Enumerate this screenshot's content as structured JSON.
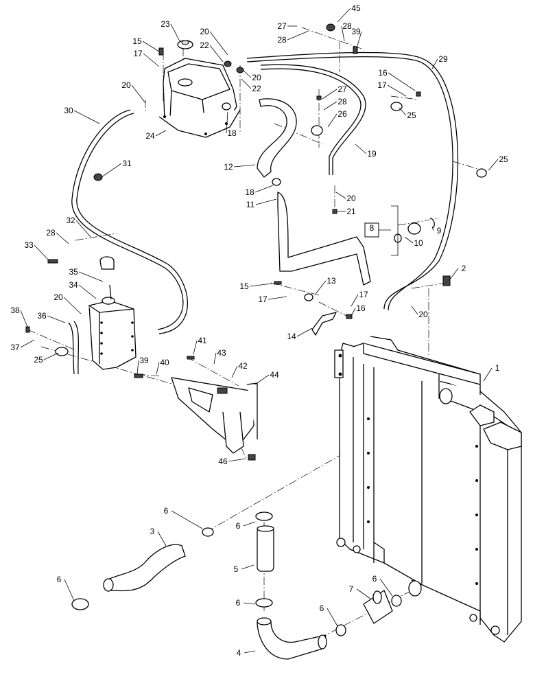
{
  "callouts": [
    {
      "id": "c1",
      "text": "1"
    },
    {
      "id": "c2",
      "text": "2"
    },
    {
      "id": "c3",
      "text": "3"
    },
    {
      "id": "c4",
      "text": "4"
    },
    {
      "id": "c5",
      "text": "5"
    },
    {
      "id": "c6a",
      "text": "6"
    },
    {
      "id": "c6b",
      "text": "6"
    },
    {
      "id": "c6c",
      "text": "6"
    },
    {
      "id": "c6d",
      "text": "6"
    },
    {
      "id": "c6e",
      "text": "6"
    },
    {
      "id": "c6f",
      "text": "6"
    },
    {
      "id": "c7",
      "text": "7"
    },
    {
      "id": "c8",
      "text": "8"
    },
    {
      "id": "c9",
      "text": "9"
    },
    {
      "id": "c10",
      "text": "10"
    },
    {
      "id": "c11",
      "text": "11"
    },
    {
      "id": "c12",
      "text": "12"
    },
    {
      "id": "c13",
      "text": "13"
    },
    {
      "id": "c14",
      "text": "14"
    },
    {
      "id": "c15a",
      "text": "15"
    },
    {
      "id": "c15b",
      "text": "15"
    },
    {
      "id": "c16a",
      "text": "16"
    },
    {
      "id": "c16b",
      "text": "16"
    },
    {
      "id": "c17a",
      "text": "17"
    },
    {
      "id": "c17b",
      "text": "17"
    },
    {
      "id": "c17c",
      "text": "17"
    },
    {
      "id": "c17d",
      "text": "17"
    },
    {
      "id": "c18a",
      "text": "18"
    },
    {
      "id": "c18b",
      "text": "18"
    },
    {
      "id": "c19",
      "text": "19"
    },
    {
      "id": "c20a",
      "text": "20"
    },
    {
      "id": "c20b",
      "text": "20"
    },
    {
      "id": "c20c",
      "text": "20"
    },
    {
      "id": "c20d",
      "text": "20"
    },
    {
      "id": "c20e",
      "text": "20"
    },
    {
      "id": "c20f",
      "text": "20"
    },
    {
      "id": "c21",
      "text": "21"
    },
    {
      "id": "c22a",
      "text": "22"
    },
    {
      "id": "c22b",
      "text": "22"
    },
    {
      "id": "c23",
      "text": "23"
    },
    {
      "id": "c24",
      "text": "24"
    },
    {
      "id": "c25a",
      "text": "25"
    },
    {
      "id": "c25b",
      "text": "25"
    },
    {
      "id": "c25c",
      "text": "25"
    },
    {
      "id": "c26",
      "text": "26"
    },
    {
      "id": "c27a",
      "text": "27"
    },
    {
      "id": "c27b",
      "text": "27"
    },
    {
      "id": "c28a",
      "text": "28"
    },
    {
      "id": "c28b",
      "text": "28"
    },
    {
      "id": "c28c",
      "text": "28"
    },
    {
      "id": "c28d",
      "text": "28"
    },
    {
      "id": "c29",
      "text": "29"
    },
    {
      "id": "c30",
      "text": "30"
    },
    {
      "id": "c31",
      "text": "31"
    },
    {
      "id": "c32",
      "text": "32"
    },
    {
      "id": "c33",
      "text": "33"
    },
    {
      "id": "c34",
      "text": "34"
    },
    {
      "id": "c35",
      "text": "35"
    },
    {
      "id": "c36",
      "text": "36"
    },
    {
      "id": "c37",
      "text": "37"
    },
    {
      "id": "c38",
      "text": "38"
    },
    {
      "id": "c39a",
      "text": "39"
    },
    {
      "id": "c39b",
      "text": "39"
    },
    {
      "id": "c40",
      "text": "40"
    },
    {
      "id": "c41",
      "text": "41"
    },
    {
      "id": "c42",
      "text": "42"
    },
    {
      "id": "c43",
      "text": "43"
    },
    {
      "id": "c44",
      "text": "44"
    },
    {
      "id": "c45",
      "text": "45"
    },
    {
      "id": "c46",
      "text": "46"
    }
  ]
}
